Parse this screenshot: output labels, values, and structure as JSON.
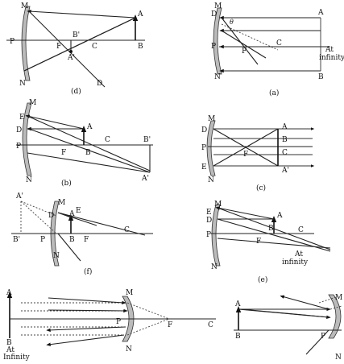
{
  "panels": {
    "d": {
      "caption": "(d)",
      "labels": {
        "M": "M",
        "N": "N",
        "P": "P",
        "A": "A",
        "B": "B",
        "C": "C",
        "F": "F",
        "B2": "B'",
        "A2": "A'",
        "D": "D"
      }
    },
    "a": {
      "caption": "(a)",
      "labels": {
        "M": "M",
        "N": "N",
        "D": "D",
        "P": "P",
        "A": "A",
        "B": "B",
        "C": "C",
        "F": "F",
        "At": "At",
        "infinity": "infinity",
        "theta": "θ"
      }
    },
    "b": {
      "caption": "(b)",
      "labels": {
        "M": "M",
        "N": "N",
        "E": "E",
        "D": "D",
        "P": "P",
        "A": "A",
        "B": "B",
        "C": "C",
        "F": "F",
        "B2": "B'",
        "A2": "A'"
      }
    },
    "c": {
      "caption": "(c)",
      "labels": {
        "M": "M",
        "N": "N",
        "D": "D",
        "P": "P",
        "E": "E",
        "A": "A",
        "B": "B",
        "C": "C",
        "F": "F",
        "A2": "A'"
      }
    },
    "f": {
      "caption": "(f)",
      "labels": {
        "A2": "A'",
        "M": "M",
        "N": "N",
        "E": "E",
        "A": "A",
        "B": "B",
        "B2": "B'",
        "P": "P",
        "F": "F",
        "C": "C",
        "D": "D"
      }
    },
    "e": {
      "caption": "(e)",
      "labels": {
        "M": "M",
        "N": "N",
        "E": "E",
        "D": "D",
        "P": "P",
        "A": "A",
        "B": "B",
        "C": "C",
        "F": "F",
        "At": "At",
        "infinity": "infinity"
      }
    },
    "bottom_left": {
      "labels": {
        "A": "A",
        "B": "B",
        "At": "At",
        "Infinity": "Infinity",
        "M": "M",
        "N": "N",
        "P": "P",
        "F": "F",
        "C": "C"
      }
    },
    "bottom_right": {
      "labels": {
        "A": "A",
        "B": "B",
        "M": "M",
        "N": "N",
        "P": "P"
      }
    }
  }
}
